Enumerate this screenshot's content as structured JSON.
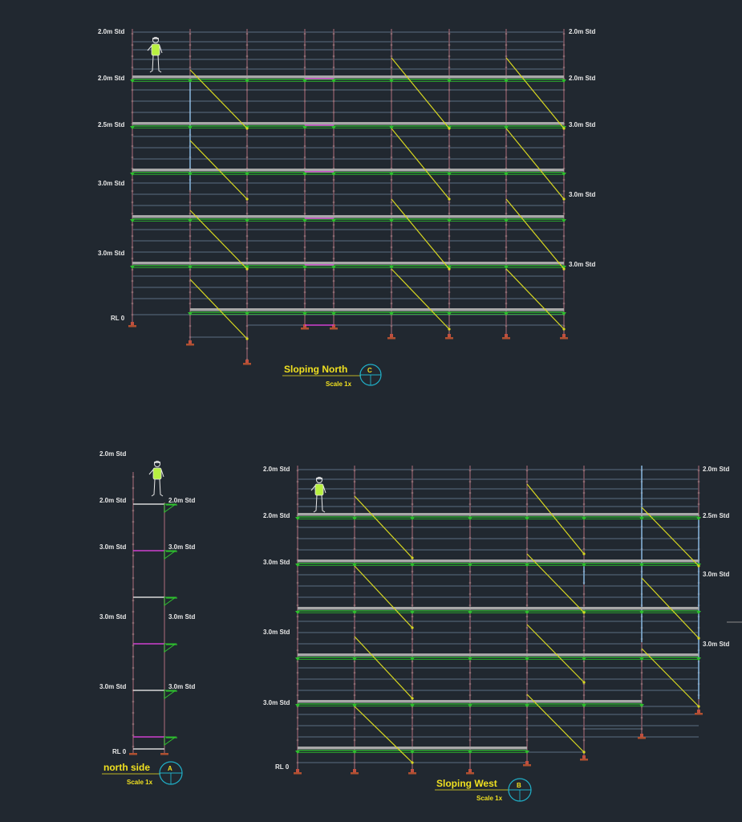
{
  "colors": {
    "background": "#212830",
    "standard": "#7a5460",
    "ledger": "#5c6e82",
    "deck": "#a8a8a8",
    "transom": "#2ec02e",
    "brace": "#d8d820",
    "bracket": "#d040d0",
    "label": "#f0e020",
    "marker": "#20b0c8",
    "baseplate": "#b05030",
    "text": "#e8e8e8"
  },
  "views": {
    "north_elev": {
      "title": "Sloping North",
      "scale": "Scale 1x",
      "marker": "C",
      "left_labels": [
        "2.0m Std",
        "2.0m Std",
        "2.5m Std",
        "3.0m Std",
        "3.0m Std"
      ],
      "right_labels": [
        "2.0m Std",
        "2.0m Std",
        "3.0m Std",
        "3.0m Std",
        "3.0m Std"
      ],
      "rl_label": "RL 0"
    },
    "side": {
      "title": "north side",
      "scale": "Scale 1x",
      "marker": "A",
      "left_labels": [
        "2.0m Std",
        "2.0m Std",
        "3.0m Std",
        "3.0m Std",
        "3.0m Std"
      ],
      "right_labels": [
        "2.0m Std",
        "3.0m Std",
        "3.0m Std",
        "3.0m Std"
      ],
      "rl_label": "RL 0"
    },
    "west_elev": {
      "title": "Sloping West",
      "scale": "Scale 1x",
      "marker": "B",
      "left_labels": [
        "2.0m Std",
        "2.0m Std",
        "3.0m Std",
        "3.0m Std",
        "3.0m Std"
      ],
      "right_labels": [
        "2.0m Std",
        "2.5m Std",
        "3.0m Std",
        "3.0m Std"
      ],
      "rl_label": "RL 0"
    }
  }
}
